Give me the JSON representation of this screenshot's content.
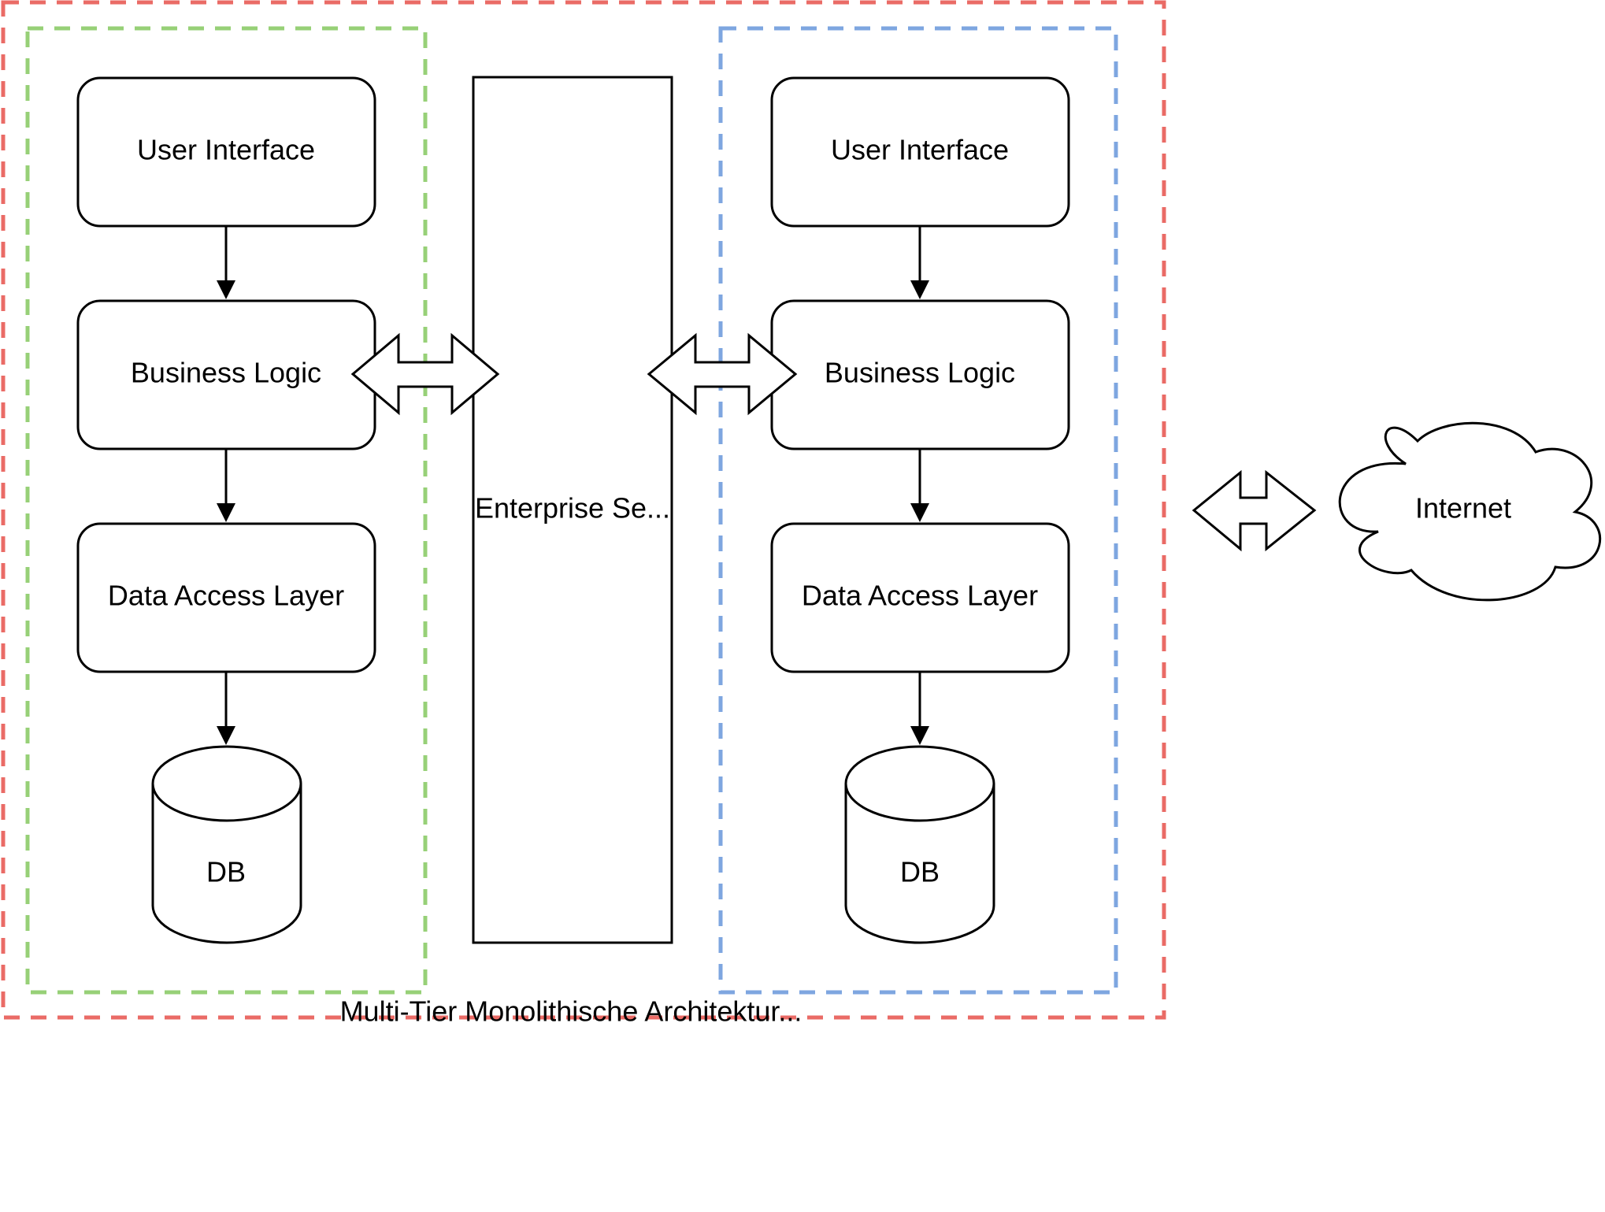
{
  "colors": {
    "outer_frame": "#EA6B66",
    "left_group": "#97D077",
    "right_group": "#7EA6E0",
    "stroke": "#000000",
    "background": "#FFFFFF"
  },
  "left_stack": {
    "ui_label": "User Interface",
    "logic_label": "Business Logic",
    "data_label": "Data Access Layer",
    "db_label": "DB"
  },
  "bus": {
    "label": "Enterprise Se..."
  },
  "right_stack": {
    "ui_label": "User Interface",
    "logic_label": "Business Logic",
    "data_label": "Data Access Layer",
    "db_label": "DB"
  },
  "cloud": {
    "label": "Internet"
  },
  "frame": {
    "caption": "Multi-Tier Monolithische Architektur..."
  }
}
